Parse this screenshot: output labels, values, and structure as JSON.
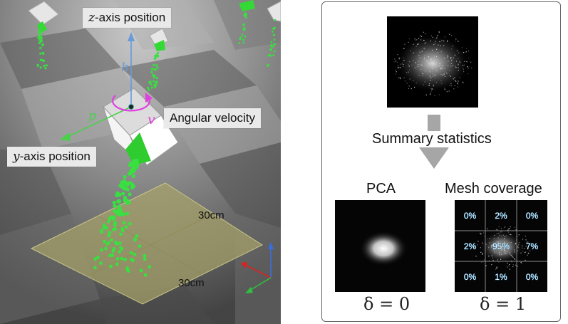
{
  "scene": {
    "labels": {
      "z_axis_var": "z",
      "z_axis_text": "-axis position",
      "y_axis_var": "y",
      "y_axis_text": "-axis position",
      "angular_velocity": "Angular velocity"
    },
    "symbols": {
      "h": "h",
      "p": "p",
      "v": "v"
    },
    "dims": {
      "width": "30cm",
      "depth": "30cm"
    },
    "colors": {
      "particles": "#38e040",
      "target": "#a8a46a",
      "h_arrow": "#6a9ad8",
      "rotation": "#e040e0",
      "p_arrow": "#4ad04a"
    }
  },
  "panel": {
    "summary_statistics": "Summary statistics",
    "pca": {
      "title": "PCA",
      "delta_label": "δ = 0"
    },
    "mesh": {
      "title": "Mesh coverage",
      "delta_label": "δ = 1",
      "cells": [
        "0%",
        "2%",
        "0%",
        "2%",
        "95%",
        "7%",
        "0%",
        "1%",
        "0%"
      ]
    }
  }
}
